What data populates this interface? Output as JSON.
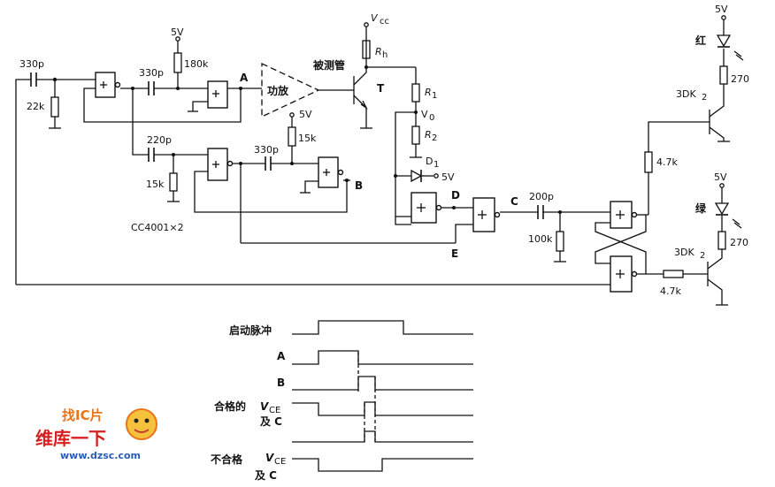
{
  "labels": {
    "c330_in": "330p",
    "r22k": "22k",
    "v5_1": "5V",
    "r180k": "180k",
    "c330_2": "330p",
    "node_a": "A",
    "amp": "功放",
    "dut": "被测管",
    "vcc": "V",
    "vcc_sub": "cc",
    "rh": "R",
    "rh_sub": "h",
    "t": "T",
    "r1": "R",
    "r1_sub": "1",
    "v0": "V",
    "v0_sub": "0",
    "r2": "R",
    "r2_sub": "2",
    "d1": "D",
    "d1_sub": "1",
    "d1_5v": "5V",
    "v5_2": "5V",
    "r15k_1": "15k",
    "c220": "220p",
    "c330_3": "330p",
    "r15k_2": "15k",
    "node_b": "B",
    "ic": "CC4001×2",
    "node_d": "D",
    "node_c": "C",
    "c200": "200p",
    "r100k": "100k",
    "node_e": "E",
    "v5_red": "5V",
    "red": "红",
    "r270_1": "270",
    "q1": "3DK",
    "q1_sub": "2",
    "r47k_1": "4.7k",
    "v5_green": "5V",
    "green": "绿",
    "r270_2": "270",
    "q2": "3DK",
    "q2_sub": "2",
    "r47k_2": "4.7k"
  },
  "timing": {
    "start_pulse": "启动脉冲",
    "a": "A",
    "b": "B",
    "pass_prefix": "合格的",
    "pass_v": "V",
    "pass_sub": "CE",
    "pass_line2": "及 C",
    "fail_prefix": "不合格",
    "fail_v": "V",
    "fail_sub": "CE",
    "fail_line2": "及 C"
  },
  "watermark": {
    "line1": "找IC片",
    "line2": "维库一下",
    "url": "www.dzsc.com"
  }
}
